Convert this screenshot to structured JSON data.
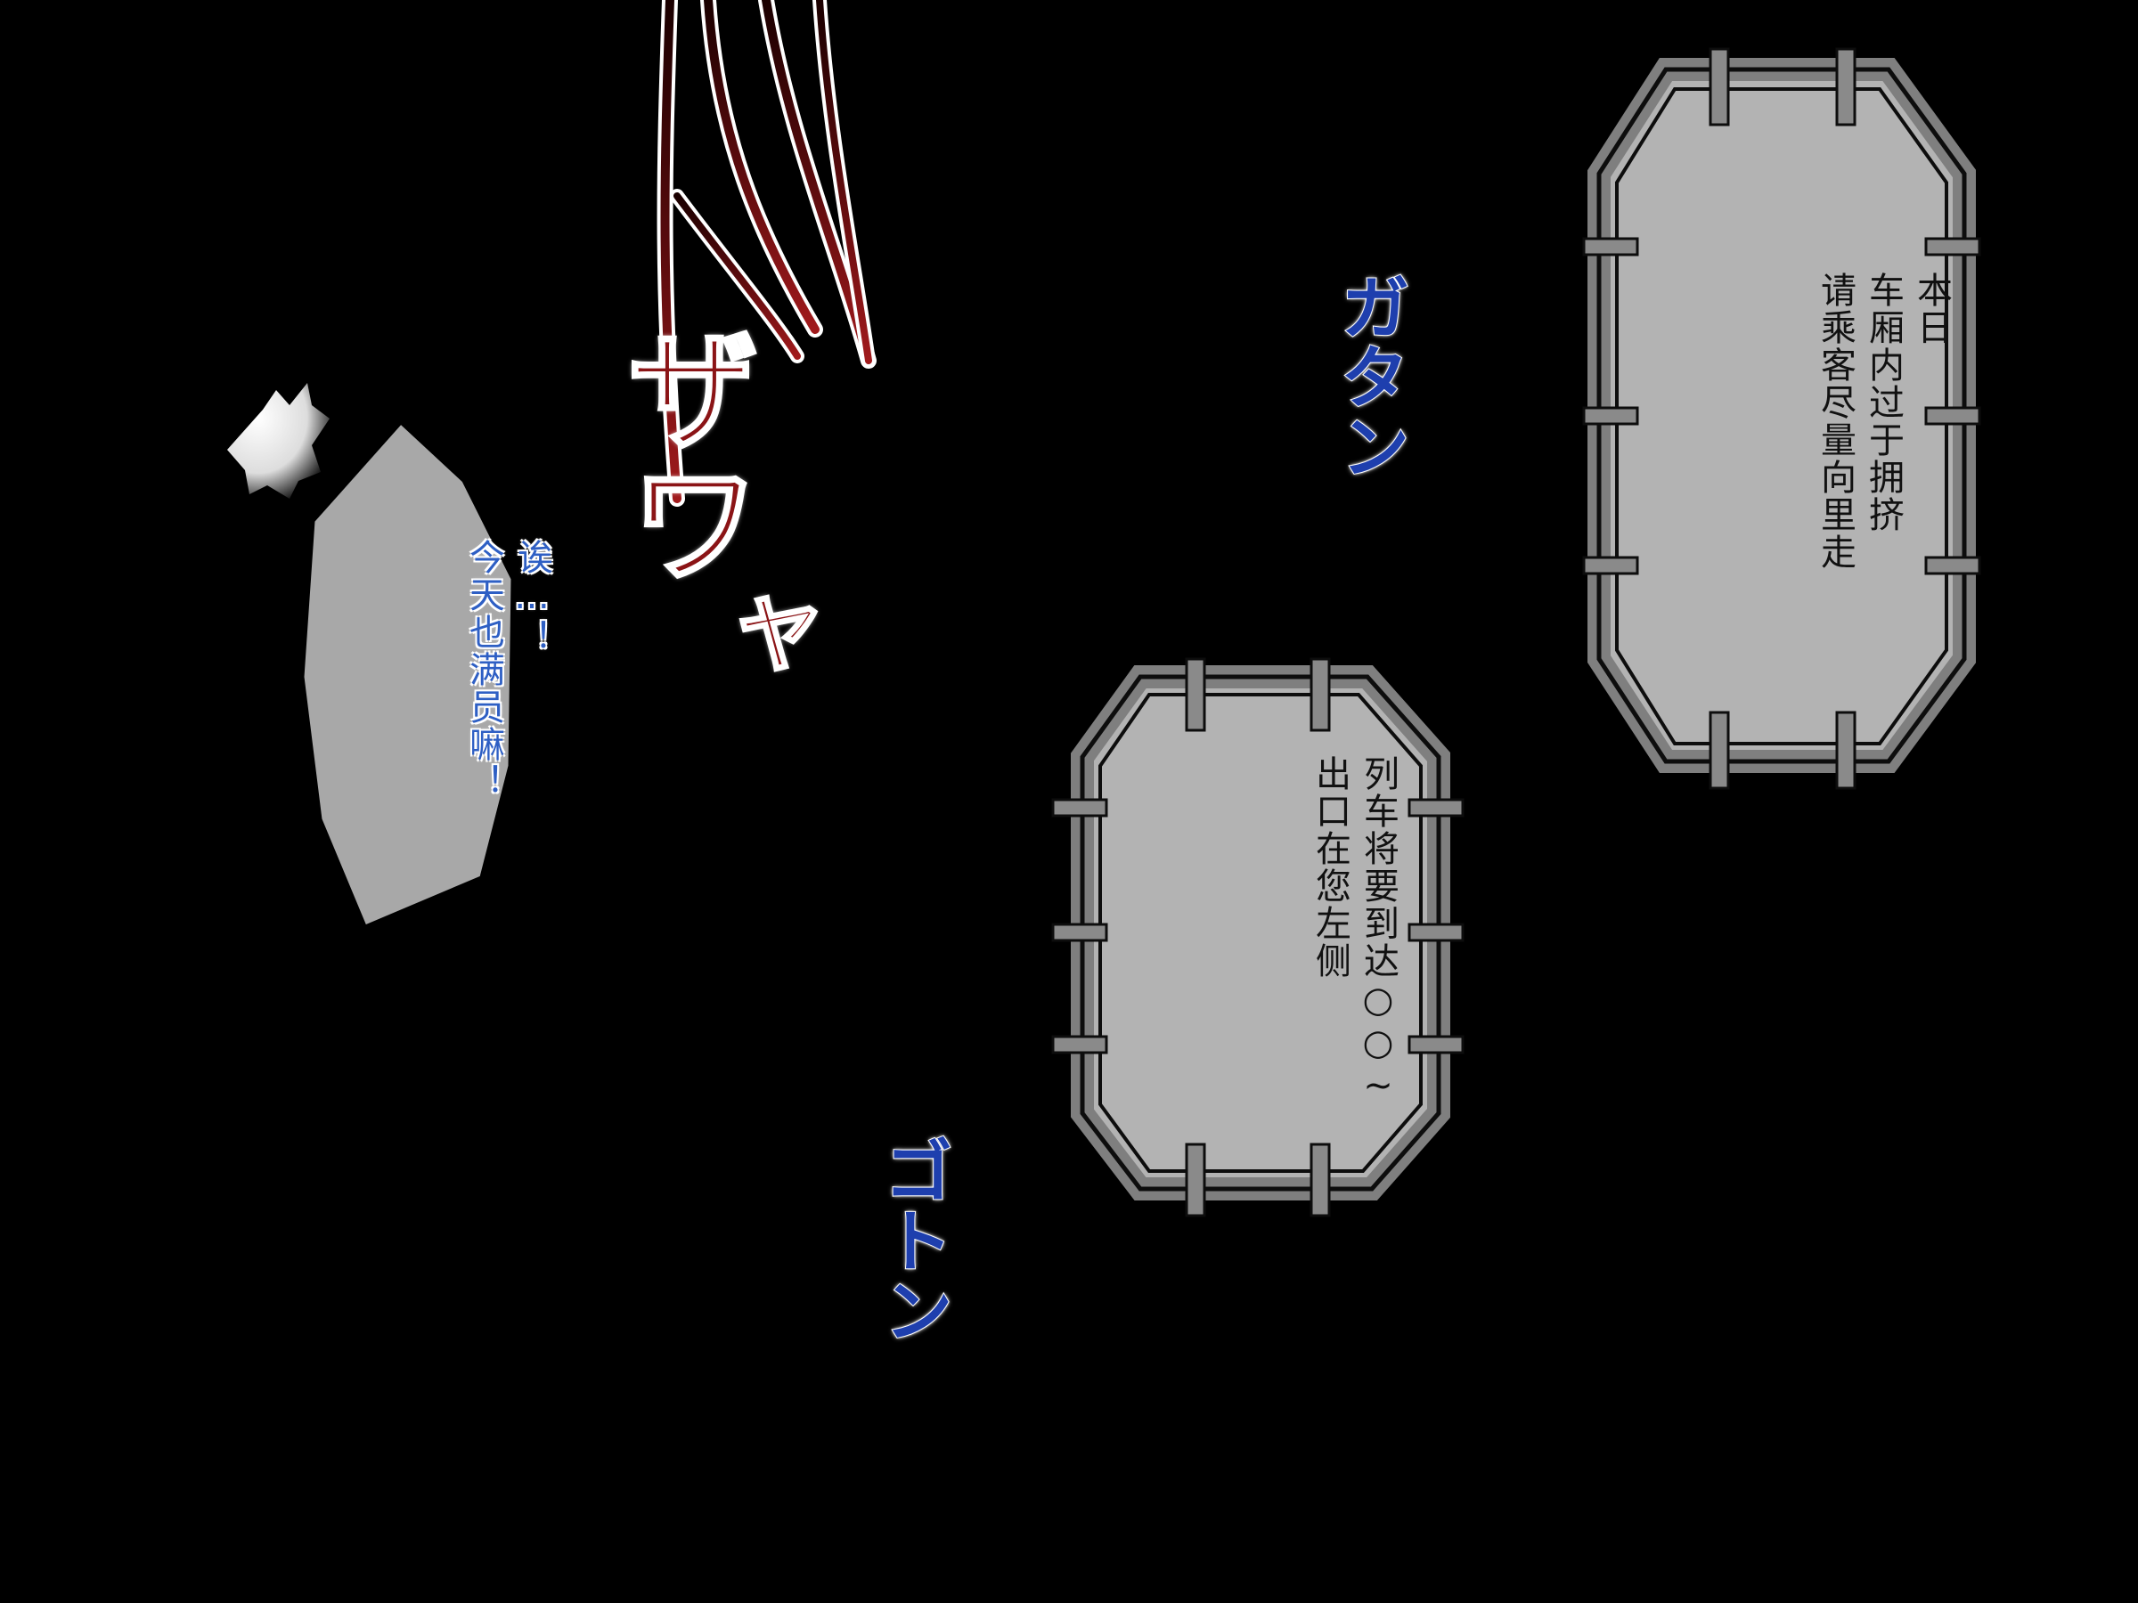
{
  "scene": {
    "background_color": "#000000"
  },
  "speech_bubble": {
    "lines": [
      "诶…！",
      "今天也满员嘛！"
    ],
    "text_color": "#2e5fc4",
    "fill_color": "#a8a8a8"
  },
  "sign_top_right": {
    "lines": [
      "本日",
      "车厢内过于拥挤",
      "请乘客尽量向里走"
    ],
    "fill_color": "#b3b3b3"
  },
  "sign_center": {
    "lines": [
      "列车将要到达○○~",
      "出口在您左侧"
    ],
    "fill_color": "#b3b3b3"
  },
  "sfx": {
    "red_large": "ザワ",
    "red_small": "ャ",
    "blue_top": "ガタン",
    "blue_bottom": "ゴトン"
  }
}
